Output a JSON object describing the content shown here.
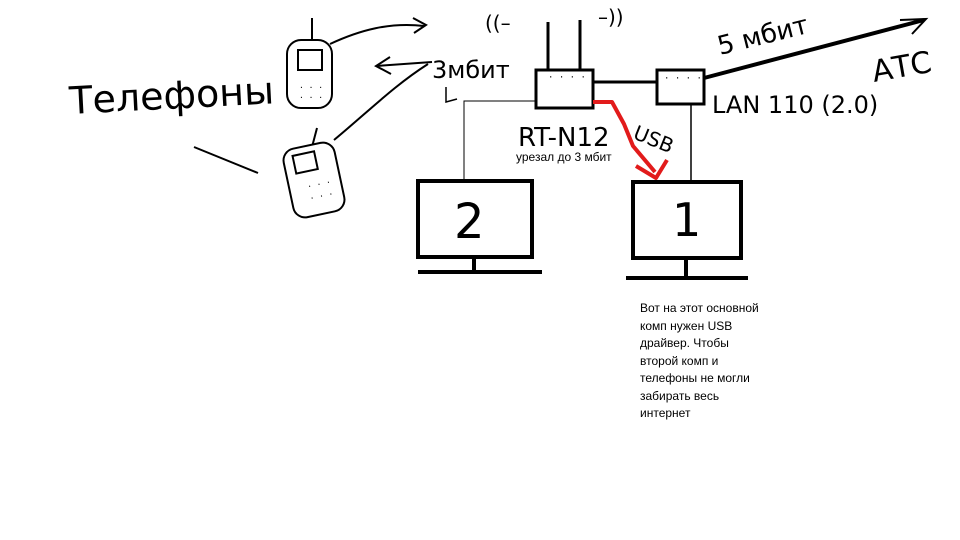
{
  "labels": {
    "phones": "Телефоны",
    "speed_3": "3мбит",
    "speed_5": "5 мбит",
    "ats": "АТС",
    "router": "RT-N12",
    "router_note": "урезал до 3 мбит",
    "lan": "LAN 110 (2.0)",
    "usb": "USB",
    "wifi_left": "((–",
    "wifi_right": "–))",
    "pc_main": "1",
    "pc_second": "2"
  },
  "note_lines": [
    "Вот на этот основной",
    "комп нужен USB",
    "драйвер. Чтобы",
    "второй комп и",
    "телефоны не могли",
    "забирать весь",
    "интернет"
  ]
}
